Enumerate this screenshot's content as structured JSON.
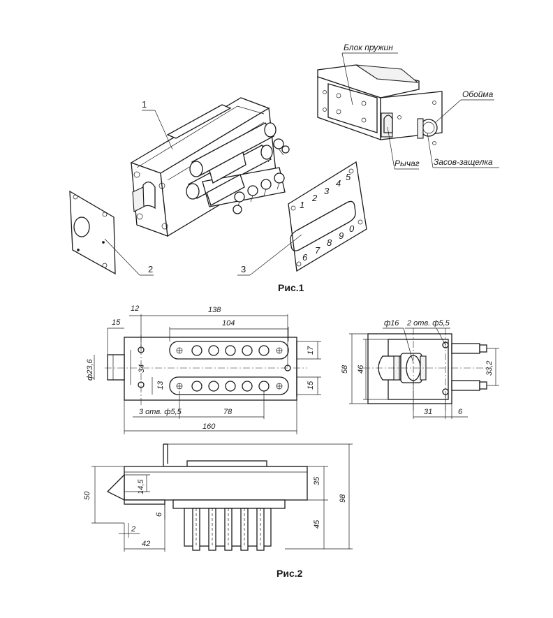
{
  "figure1": {
    "caption": "Рис.1",
    "part_labels": [
      "1",
      "2",
      "3"
    ],
    "callouts": {
      "spring_block": "Блок пружин",
      "holder": "Обойма",
      "lever": "Рычаг",
      "latch_bolt": "Засов-защелка"
    },
    "dial_digits_top": [
      "1",
      "2",
      "3",
      "4",
      "5"
    ],
    "dial_digits_bottom": [
      "6",
      "7",
      "8",
      "9",
      "0"
    ]
  },
  "figure2": {
    "caption": "Рис.2",
    "front_view_dims": {
      "d12": "12",
      "d138": "138",
      "d15": "15",
      "d104": "104",
      "d236": "ф23,6",
      "d34": "34",
      "d13": "13",
      "d17": "17",
      "d15b": "15",
      "holes": "3 отв. ф5,5",
      "d78": "78",
      "d160": "160"
    },
    "side_view_dims": {
      "d16": "ф16",
      "holes": "2 отв. ф5,5",
      "d58": "58",
      "d46": "46",
      "d332": "33,2",
      "d31": "31",
      "d6": "6"
    },
    "bottom_view_dims": {
      "d50": "50",
      "d145": "14,5",
      "d6": "6",
      "d2": "2",
      "d42": "42",
      "d35": "35",
      "d45": "45",
      "d98": "98"
    }
  },
  "colors": {
    "line": "#1a1a1a",
    "background": "#ffffff"
  }
}
